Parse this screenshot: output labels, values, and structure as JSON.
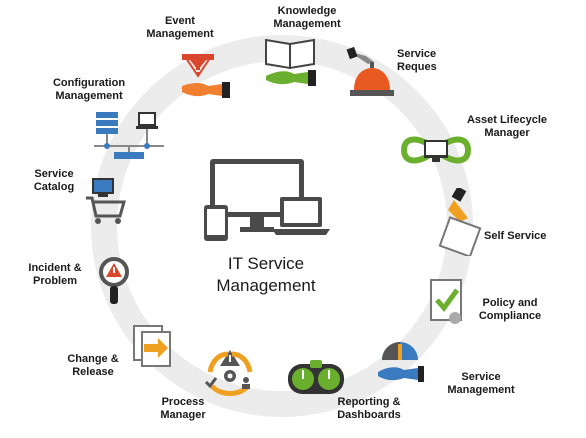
{
  "center": {
    "title": "IT Service\nManagement"
  },
  "items": {
    "event": "Event\nManagement",
    "knowledge": "Knowledge\nManagement",
    "service_request": "Service\nReques",
    "asset": "Asset Lifecycle\nManager",
    "self_service": "Self Service",
    "policy": "Policy and\nCompliance",
    "service_mgmt": "Service\nManagement",
    "reporting": "Reporting &\nDashboards",
    "process": "Process\nManager",
    "change": "Change &\nRelease",
    "incident": "Incident &\nProblem",
    "catalog": "Service\nCatalog",
    "configuration": "Configuration\nManagement"
  },
  "colors": {
    "ring": "#eaeaea",
    "green": "#6ab02e",
    "orange": "#f0a020",
    "red": "#d9462b",
    "blue": "#3a7bbf",
    "gray": "#555555"
  }
}
